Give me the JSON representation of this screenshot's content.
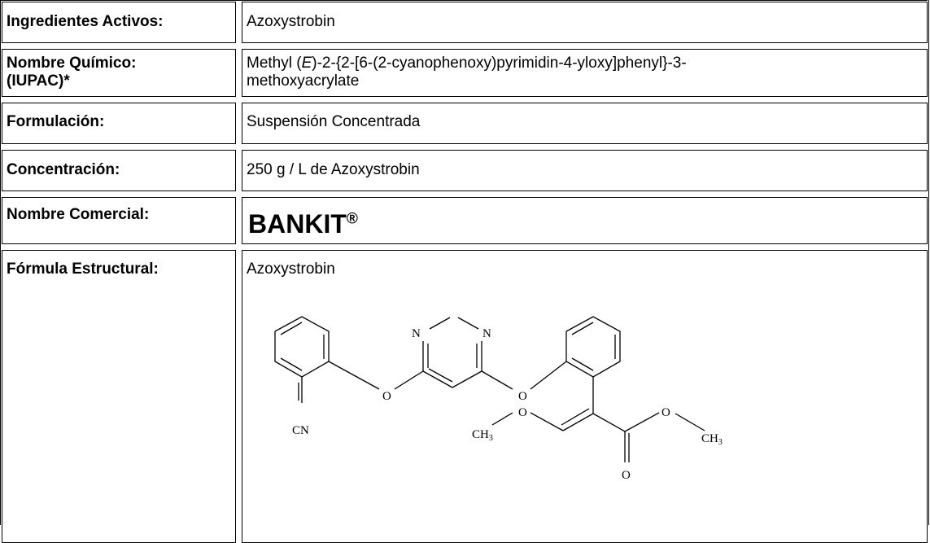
{
  "rows": [
    {
      "label": "Ingredientes Activos:",
      "value": "Azoxystrobin"
    },
    {
      "label_line1": "Nombre Químico:",
      "label_line2": "(IUPAC)*",
      "value_pre": "Methyl (",
      "value_italic": "E",
      "value_post_line1": ")-2-{2-[6-(2-cyanophenoxy)pyrimidin-4-yloxy]phenyl}-3-",
      "value_line2": "methoxyacrylate"
    },
    {
      "label": "Formulación:",
      "value": "Suspensión Concentrada"
    },
    {
      "label": "Concentración:",
      "value": "250 g / L de Azoxystrobin"
    },
    {
      "label": "Nombre Comercial:",
      "value": "BANKIT",
      "value_mark": "®"
    },
    {
      "label": "Fórmula Estructural:",
      "value": "Azoxystrobin"
    }
  ],
  "structure": {
    "name": "azoxystrobin-structure",
    "atoms": {
      "n1": "N",
      "n2": "N",
      "o1": "O",
      "o2": "O",
      "cn": "CN",
      "ch3_left": "CH",
      "ch3_left_sub": "3",
      "o_ether": "O",
      "o_ester": "O",
      "ch3_right": "CH",
      "ch3_right_sub": "3",
      "o_carbonyl": "O"
    }
  }
}
